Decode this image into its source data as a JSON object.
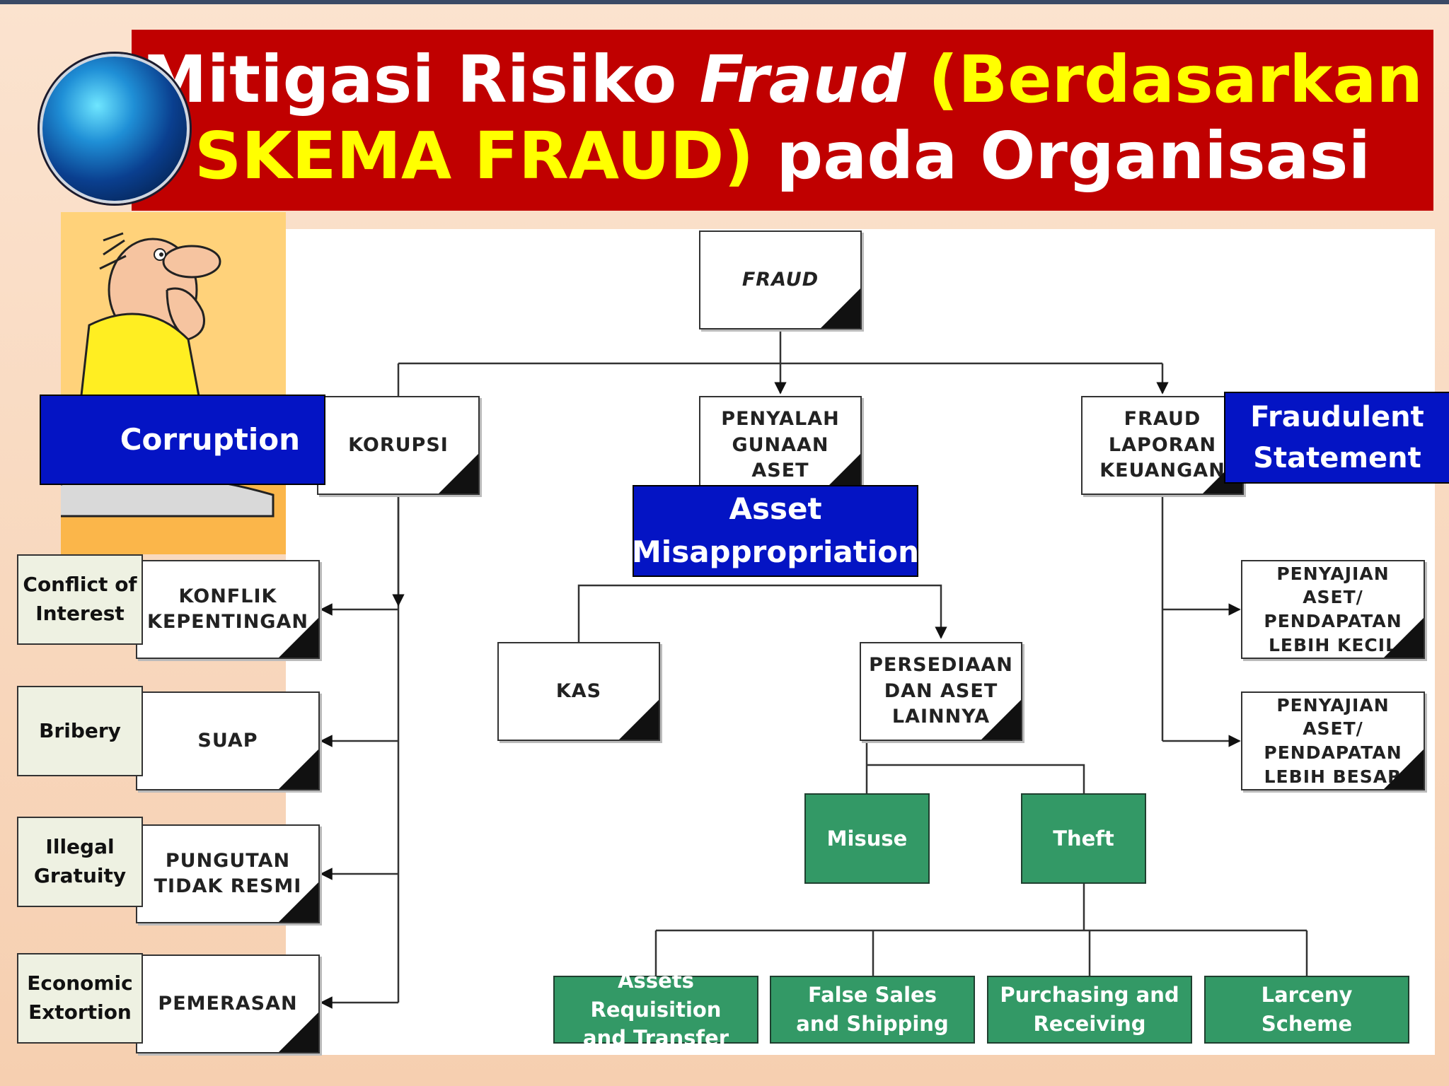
{
  "slide": {
    "title": {
      "part1": "Mitigasi Risiko ",
      "part2": "Fraud",
      "part3": " (Berdasarkan",
      "part4": "SKEMA FRAUD)",
      "part5": " pada Organisasi"
    }
  },
  "tree": {
    "root": "FRAUD",
    "branches": {
      "korupsi": "KORUPSI",
      "penyalahgunaan": "PENYALAH\nGUNAAN\nASET",
      "laporan": "FRAUD\nLAPORAN\nKEUANGAN"
    },
    "korupsi_children": [
      "KONFLIK\nKEPENTINGAN",
      "SUAP",
      "PUNGUTAN\nTIDAK RESMI",
      "PEMERASAN"
    ],
    "aset_children": [
      "KAS",
      "PERSEDIAAN\nDAN ASET\nLAINNYA"
    ],
    "laporan_children": [
      "PENYAJIAN\nASET/\nPENDAPATAN\nLEBIH KECIL",
      "PENYAJIAN\nASET/\nPENDAPATAN\nLEBIH BESAR"
    ]
  },
  "labels": {
    "corruption": "Corruption",
    "asset_misappropriation": "Asset\nMisappropriation",
    "fraudulent_statement": "Fraudulent\nStatement",
    "corruption_types": [
      "Conflict of\nInterest",
      "Bribery",
      "Illegal\nGratuity",
      "Economic\nExtortion"
    ],
    "persediaan_types": [
      "Misuse",
      "Theft"
    ],
    "theft_types": [
      "Assets Requisition\nand Transfer",
      "False Sales\nand Shipping",
      "Purchasing and\nReceiving",
      "Larceny\nScheme"
    ]
  },
  "colors": {
    "banner": "#c00000",
    "title_white": "#ffffff",
    "title_yellow": "#ffff00",
    "label_blue": "#0414c4",
    "green": "#339966"
  }
}
